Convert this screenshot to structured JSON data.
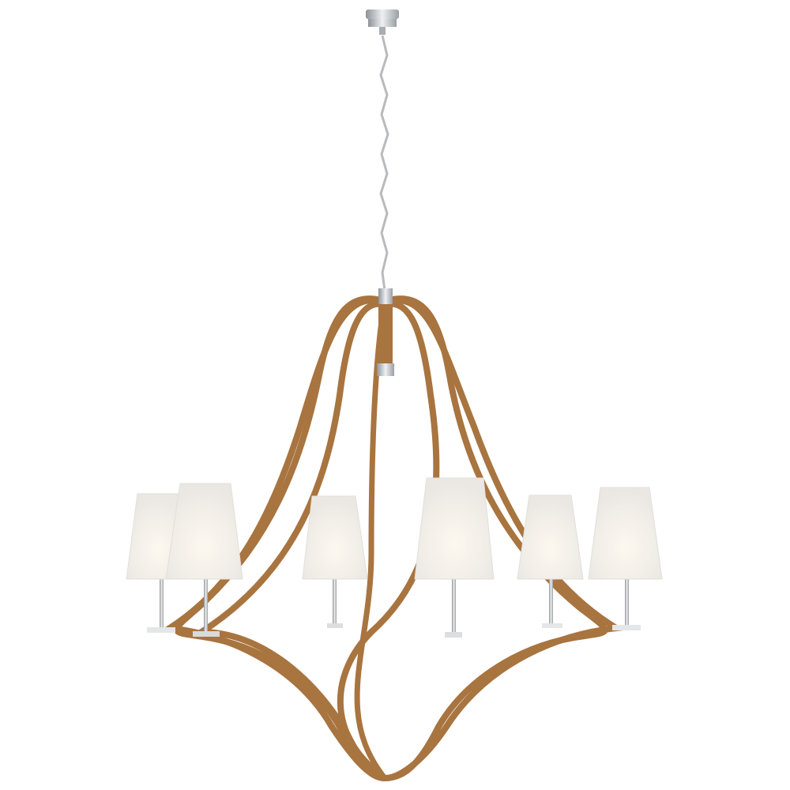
{
  "scene": {
    "subject": "chandelier",
    "background_color": "#ffffff",
    "colors": {
      "rattan": "#a8743f",
      "rattan_dark": "#7d5128",
      "nickel": "#c9ccd0",
      "nickel_dark": "#8e9296",
      "shade": "#f3f1ee",
      "shade_glow": "#fbf7f0"
    },
    "parts": [
      "canopy",
      "chain",
      "center-stem",
      "rattan-arms",
      "shades",
      "candle-stems"
    ],
    "shade_count": 6
  }
}
